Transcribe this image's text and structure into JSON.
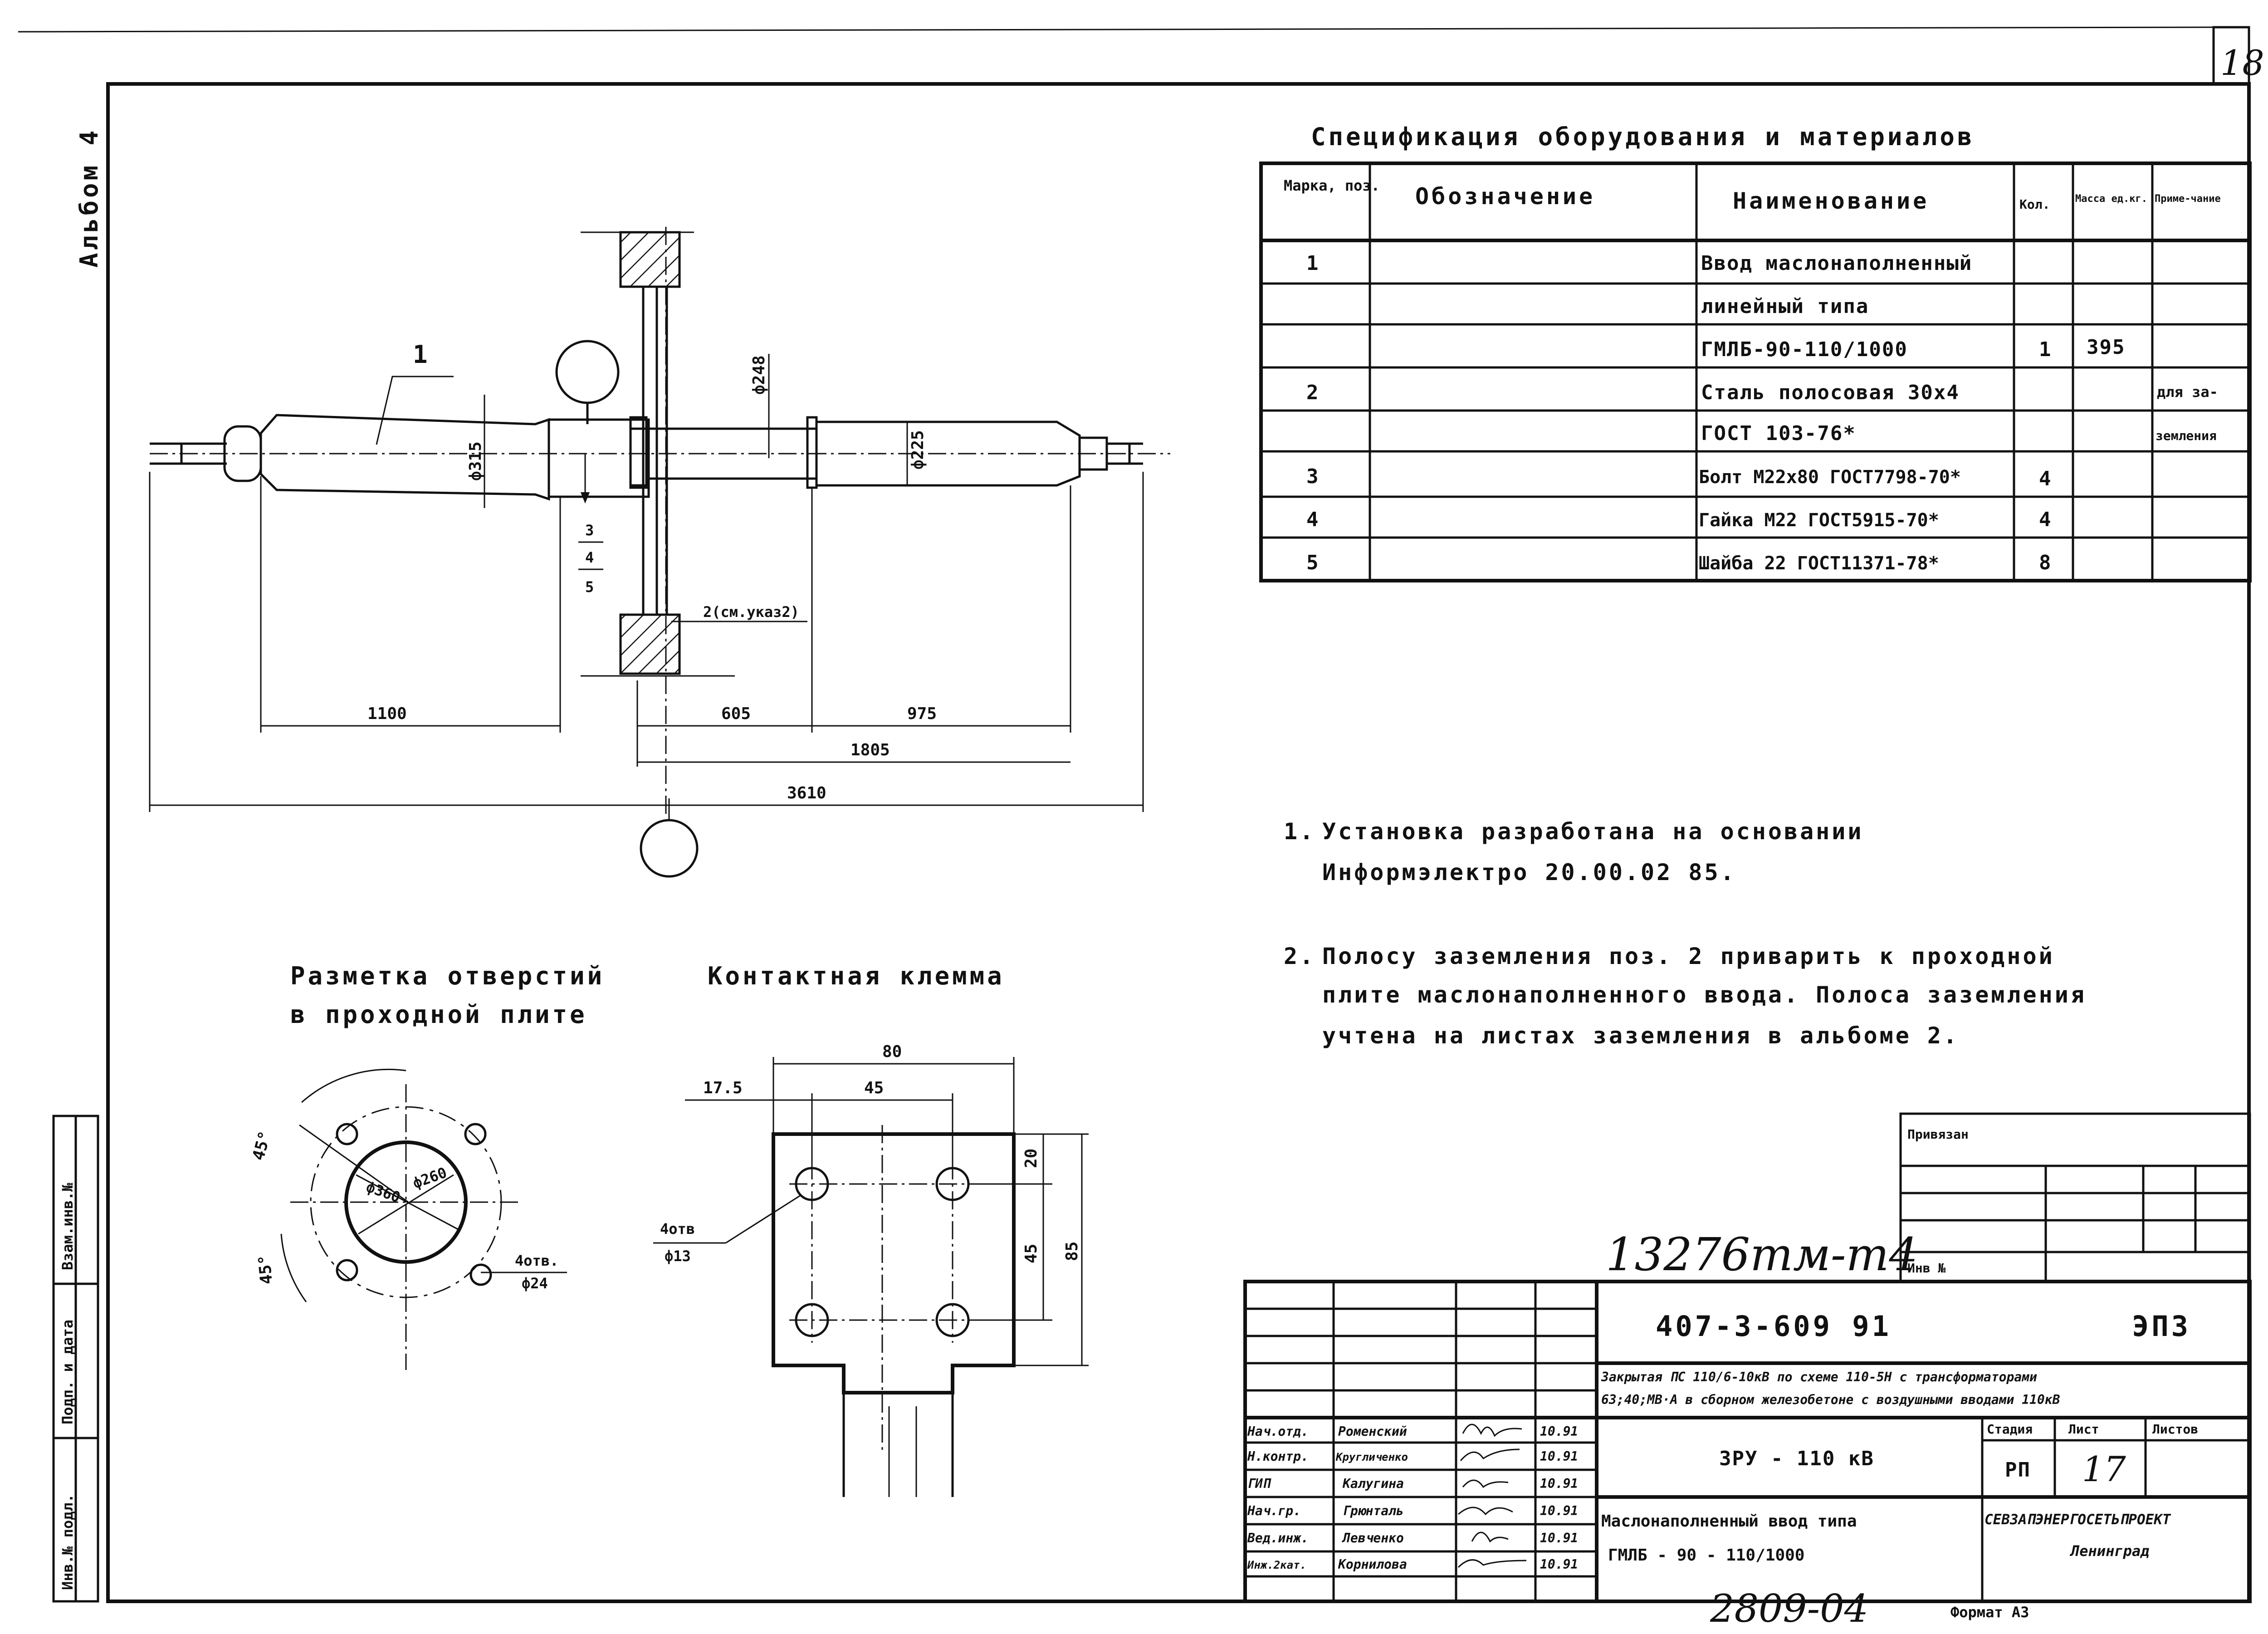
{
  "sheet": {
    "page_number": "18",
    "album_label": "Альбом 4",
    "format": "Формат А3",
    "archive_no": "13276тм-т4",
    "bottom_no": "2809-04"
  },
  "spec": {
    "title": "Спецификация оборудования и материалов",
    "headers": [
      "Марка, поз.",
      "Обозначение",
      "Наименование",
      "Кол.",
      "Масса ед.кг.",
      "Приме-чание"
    ],
    "rows": [
      {
        "pos": "1",
        "name": "Ввод маслонаполненный",
        "qty": "",
        "mass": "",
        "note": ""
      },
      {
        "pos": "",
        "name": "линейный типа",
        "qty": "",
        "mass": "",
        "note": ""
      },
      {
        "pos": "",
        "name": "ГМЛБ-90-110/1000",
        "qty": "1",
        "mass": "395",
        "note": ""
      },
      {
        "pos": "2",
        "name": "Сталь полосовая 30х4",
        "qty": "",
        "mass": "",
        "note": "для за-"
      },
      {
        "pos": "",
        "name": "ГОСТ 103-76*",
        "qty": "",
        "mass": "",
        "note": "земления"
      },
      {
        "pos": "3",
        "name": "Болт М22х80 ГОСТ7798-70*",
        "qty": "4",
        "mass": "",
        "note": ""
      },
      {
        "pos": "4",
        "name": "Гайка М22 ГОСТ5915-70*",
        "qty": "4",
        "mass": "",
        "note": ""
      },
      {
        "pos": "5",
        "name": "Шайба 22 ГОСТ11371-78*",
        "qty": "8",
        "mass": "",
        "note": ""
      }
    ]
  },
  "notes": [
    {
      "num": "1.",
      "lines": [
        "Установка разработана на основании",
        "Информэлектро 20.00.02 85."
      ]
    },
    {
      "num": "2.",
      "lines": [
        "Полосу заземления поз. 2 приварить к проходной",
        "плите маслонаполненного ввода. Полоса заземления",
        "учтена на листах заземления в альбоме 2."
      ]
    }
  ],
  "main_drawing": {
    "callout_1": "1",
    "callout_2": "2(см.указ2)",
    "callout_345": [
      "3",
      "4",
      "5"
    ],
    "dims": {
      "d315": "ф315",
      "d248": "ф248",
      "d225": "ф225",
      "l1100": "1100",
      "l605": "605",
      "l975": "975",
      "l1805": "1805",
      "l3610": "3610"
    }
  },
  "holes_view": {
    "title": [
      "Разметка отверстий",
      "в проходной плите"
    ],
    "d360": "ф360",
    "d260": "ф260",
    "angle1": "45°",
    "angle2": "45°",
    "holes": [
      "4отв.",
      "ф24"
    ]
  },
  "clamp_view": {
    "title": "Контактная клемма",
    "w80": "80",
    "w45": "45",
    "w17": "17.5",
    "h20": "20",
    "h45": "45",
    "h85": "85",
    "holes": [
      "4отв",
      "ф13"
    ]
  },
  "stamp": {
    "privyazan": "Привязан",
    "inv_no": "Инв №",
    "doc_code": "407-3-609 91",
    "sheet_code": "ЭП3",
    "project_line1": "Закрытая ПС 110/6-10кВ по схеме 110-5Н с трансформаторами",
    "project_line2": "63;40;МВ·А в сборном железобетоне с воздушными вводами 110кВ",
    "object": "ЗРУ - 110 кВ",
    "stage_h": "Стадия",
    "sheet_h": "Лист",
    "sheets_h": "Листов",
    "stage": "РП",
    "sheet": "17",
    "drawing_name": [
      "Маслонаполненный ввод типа",
      "ГМЛБ - 90 - 110/1000"
    ],
    "org": [
      "СЕВЗАПЭНЕРГОСЕТЬПРОЕКТ",
      "Ленинград"
    ],
    "staff": [
      {
        "role": "Нач.отд.",
        "name": "Роменский",
        "date": "10.91"
      },
      {
        "role": "Н.контр.",
        "name": "Кругличенко",
        "date": "10.91"
      },
      {
        "role": "ГИП",
        "name": "Калугина",
        "date": "10.91"
      },
      {
        "role": "Нач.гр.",
        "name": "Грюнталь",
        "date": "10.91"
      },
      {
        "role": "Вед.инж.",
        "name": "Левченко",
        "date": "10.91"
      },
      {
        "role": "Инж.2кат.",
        "name": "Корнилова",
        "date": "10.91"
      }
    ]
  },
  "side_stamp": [
    "Инв.№ подл.",
    "Подп. и дата",
    "Взам.инв.№"
  ]
}
